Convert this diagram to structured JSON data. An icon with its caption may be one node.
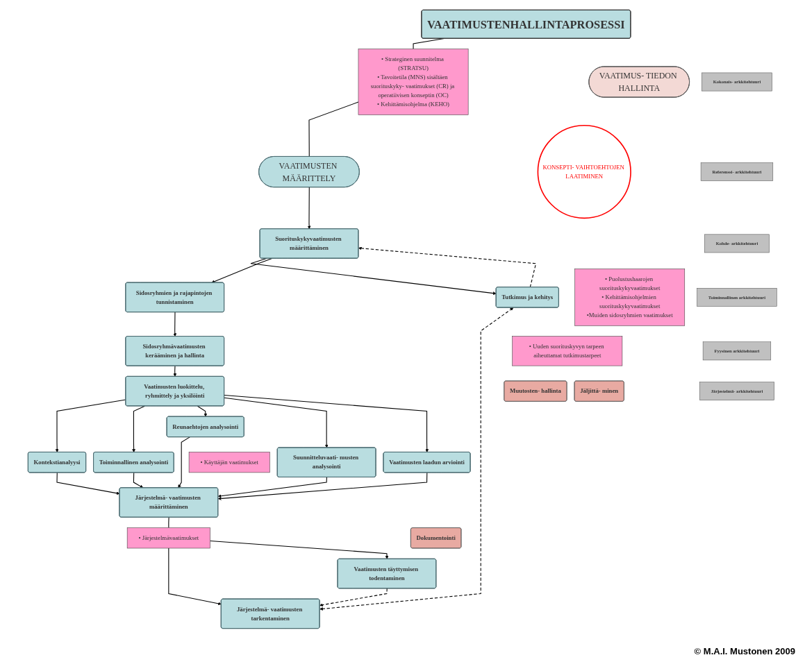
{
  "diagram": {
    "nodes": [
      {
        "text": [
          "VAATIMUSTENHALLINTAPROSESSI"
        ]
      },
      {
        "text": [
          "• Strateginen suunnitelma (STRATSU)",
          "• Tavoitetila (MNS) sisältäen suorituskyky- vaatimukset (CR) ja operatiivisen konseptin (OC)",
          "• Kehittämisohjelma (KEHO)"
        ]
      },
      {
        "text": [
          "VAATIMUS- TIEDON HALLINTA"
        ]
      },
      {
        "text": [
          "VAATIMUSTEN MÄÄRITTELY"
        ]
      },
      {
        "text": [
          "KONSEPTI- VAIHTOEHTOJEN LAATIMINEN"
        ]
      },
      {
        "text": [
          "Suorituskykyvaatimusten määrittäminen"
        ]
      },
      {
        "text": [
          "Tutkimus ja kehitys"
        ]
      },
      {
        "text": [
          "• Puolustushaarojen suorituskykyvaatimukset",
          "• Kehittämisohjelmien suorituskykyvaatimukset",
          "•Muiden sidosryhmien vaatimukset"
        ]
      },
      {
        "text": [
          "Sidosryhmien ja rajapintojen tunnistaminen"
        ]
      },
      {
        "text": [
          "• Uuden suorituskyvyn tarpeen aiheuttamat tutkimustarpeet"
        ]
      },
      {
        "text": [
          "Sidosryhmävaatimusten kerääminen ja hallinta"
        ]
      },
      {
        "text": [
          "Muutosten- hallinta"
        ]
      },
      {
        "text": [
          "Jäljittä- minen"
        ]
      },
      {
        "text": [
          "Vaatimusten luokittelu, ryhmittely ja yksilöinti"
        ]
      },
      {
        "text": [
          "Kontekstianalyysi"
        ]
      },
      {
        "text": [
          "Toiminnallinen analysointi"
        ]
      },
      {
        "text": [
          "Reunaehtojen analysointi"
        ]
      },
      {
        "text": [
          "Suunnitteluvaati- musten analysointi"
        ]
      },
      {
        "text": [
          "Vaatimusten laadun arviointi"
        ]
      },
      {
        "text": [
          "• Käyttäjän vaatimukset"
        ]
      },
      {
        "text": [
          "Järjestelmä- vaatimusten määrittäminen"
        ]
      },
      {
        "text": [
          "• Järjestelmävaatimukset"
        ]
      },
      {
        "text": [
          "Järjestelmä- vaatimusten tarkentaminen"
        ]
      },
      {
        "text": [
          "Dokumentointi"
        ]
      },
      {
        "text": [
          "Vaatimusten täyttymisen todentaminen"
        ]
      },
      {
        "text": [
          "Kokonais- arkkitehtuuri"
        ]
      },
      {
        "text": [
          "Referenssi- arkkitehtuuri"
        ]
      },
      {
        "text": [
          "Kohde- arkkitehtuuri"
        ]
      },
      {
        "text": [
          "Toiminnallinen arkkitehtuuri"
        ]
      },
      {
        "text": [
          "Fyysinen arkkitehtuuri"
        ]
      },
      {
        "text": [
          "Järjestelmä- arkkitehtuuri"
        ]
      }
    ],
    "edges": [
      {
        "from": 0,
        "to": 1,
        "arrow": "none"
      },
      {
        "from": 1,
        "to": 3,
        "arrow": "none"
      },
      {
        "from": 3,
        "to": 5,
        "arrow": "to"
      },
      {
        "from": 5,
        "to": 6,
        "arrow": "to"
      },
      {
        "from": 6,
        "to": 5,
        "arrow": "to",
        "style": "dashed"
      },
      {
        "from": 5,
        "to": 8,
        "arrow": "to"
      },
      {
        "from": 8,
        "to": 10,
        "arrow": "to"
      },
      {
        "from": 10,
        "to": 13,
        "arrow": "to"
      },
      {
        "from": 13,
        "to": 14,
        "arrow": "to"
      },
      {
        "from": 13,
        "to": 15,
        "arrow": "to"
      },
      {
        "from": 13,
        "to": 16,
        "arrow": "to"
      },
      {
        "from": 13,
        "to": 17,
        "arrow": "to"
      },
      {
        "from": 13,
        "to": 18,
        "arrow": "to"
      },
      {
        "from": 14,
        "to": 20,
        "arrow": "to"
      },
      {
        "from": 15,
        "to": 20,
        "arrow": "to"
      },
      {
        "from": 16,
        "to": 20,
        "arrow": "to"
      },
      {
        "from": 17,
        "to": 20,
        "arrow": "to"
      },
      {
        "from": 18,
        "to": 20,
        "arrow": "to"
      },
      {
        "from": 20,
        "to": 21,
        "arrow": "none"
      },
      {
        "from": 21,
        "to": 22,
        "arrow": "to"
      },
      {
        "from": 21,
        "to": 24,
        "arrow": "to"
      },
      {
        "from": 24,
        "to": 22,
        "arrow": "to",
        "style": "dashed"
      },
      {
        "from": 6,
        "to": 22,
        "arrow": "both",
        "style": "dashed"
      }
    ],
    "labels": [
      "© M.A.I. Mustonen 2009"
    ]
  }
}
